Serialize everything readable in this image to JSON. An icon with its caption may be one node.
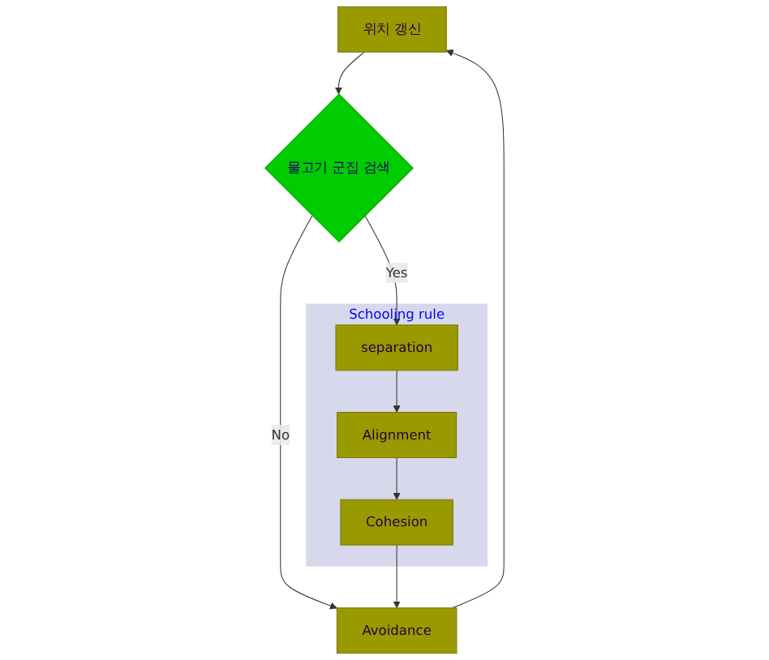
{
  "diagram": {
    "nodes": [
      {
        "text": [
          "위치 갱신"
        ]
      },
      {
        "text": [
          "물고기 군집 검색"
        ]
      },
      {
        "text": [
          "Schooling rule"
        ]
      },
      {
        "text": [
          "separation"
        ],
        "in": 2
      },
      {
        "text": [
          "Alignment"
        ],
        "in": 2
      },
      {
        "text": [
          "Cohesion"
        ],
        "in": 2
      },
      {
        "text": [
          "Avoidance"
        ]
      }
    ],
    "edges": [
      {
        "from": 0,
        "to": 1,
        "arrow": "to"
      },
      {
        "from": 1,
        "to": 3,
        "arrow": "to",
        "label": "Yes"
      },
      {
        "from": 1,
        "to": 6,
        "arrow": "to",
        "label": "No"
      },
      {
        "from": 3,
        "to": 4,
        "arrow": "to"
      },
      {
        "from": 4,
        "to": 5,
        "arrow": "to"
      },
      {
        "from": 5,
        "to": 6,
        "arrow": "to"
      },
      {
        "from": 6,
        "to": 0,
        "arrow": "to"
      }
    ]
  }
}
